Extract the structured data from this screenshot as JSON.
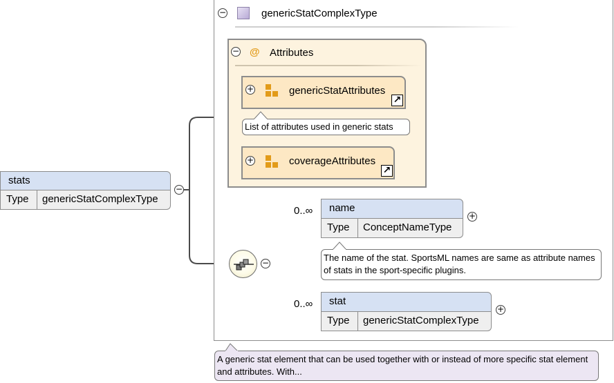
{
  "root": {
    "name": "stats",
    "type_key": "Type",
    "type_value": "genericStatComplexType"
  },
  "complex_type": {
    "name": "genericStatComplexType",
    "toggle": "−",
    "annotation": "A generic stat element that can be used together with or instead of more specific stat element and attributes. With..."
  },
  "attributes": {
    "at_symbol": "@",
    "title": "Attributes",
    "toggle": "−",
    "groups": [
      {
        "name": "genericStatAttributes",
        "toggle": "+",
        "link": "↗",
        "annotation": "List of attributes used in generic stats"
      },
      {
        "name": "coverageAttributes",
        "toggle": "+",
        "link": "↗"
      }
    ]
  },
  "sequence": {
    "toggle": "−",
    "icon": "sequence-compositor-icon"
  },
  "elements": [
    {
      "name": "name",
      "occurrence": "0..∞",
      "type_key": "Type",
      "type_value": "ConceptNameType",
      "toggle": "+",
      "annotation": "The name of the stat. SportsML names are same as attribute names of stats in the sport-specific plugins."
    },
    {
      "name": "stat",
      "occurrence": "0..∞",
      "type_key": "Type",
      "type_value": "genericStatComplexType",
      "toggle": "+"
    }
  ],
  "root_toggle": "−"
}
